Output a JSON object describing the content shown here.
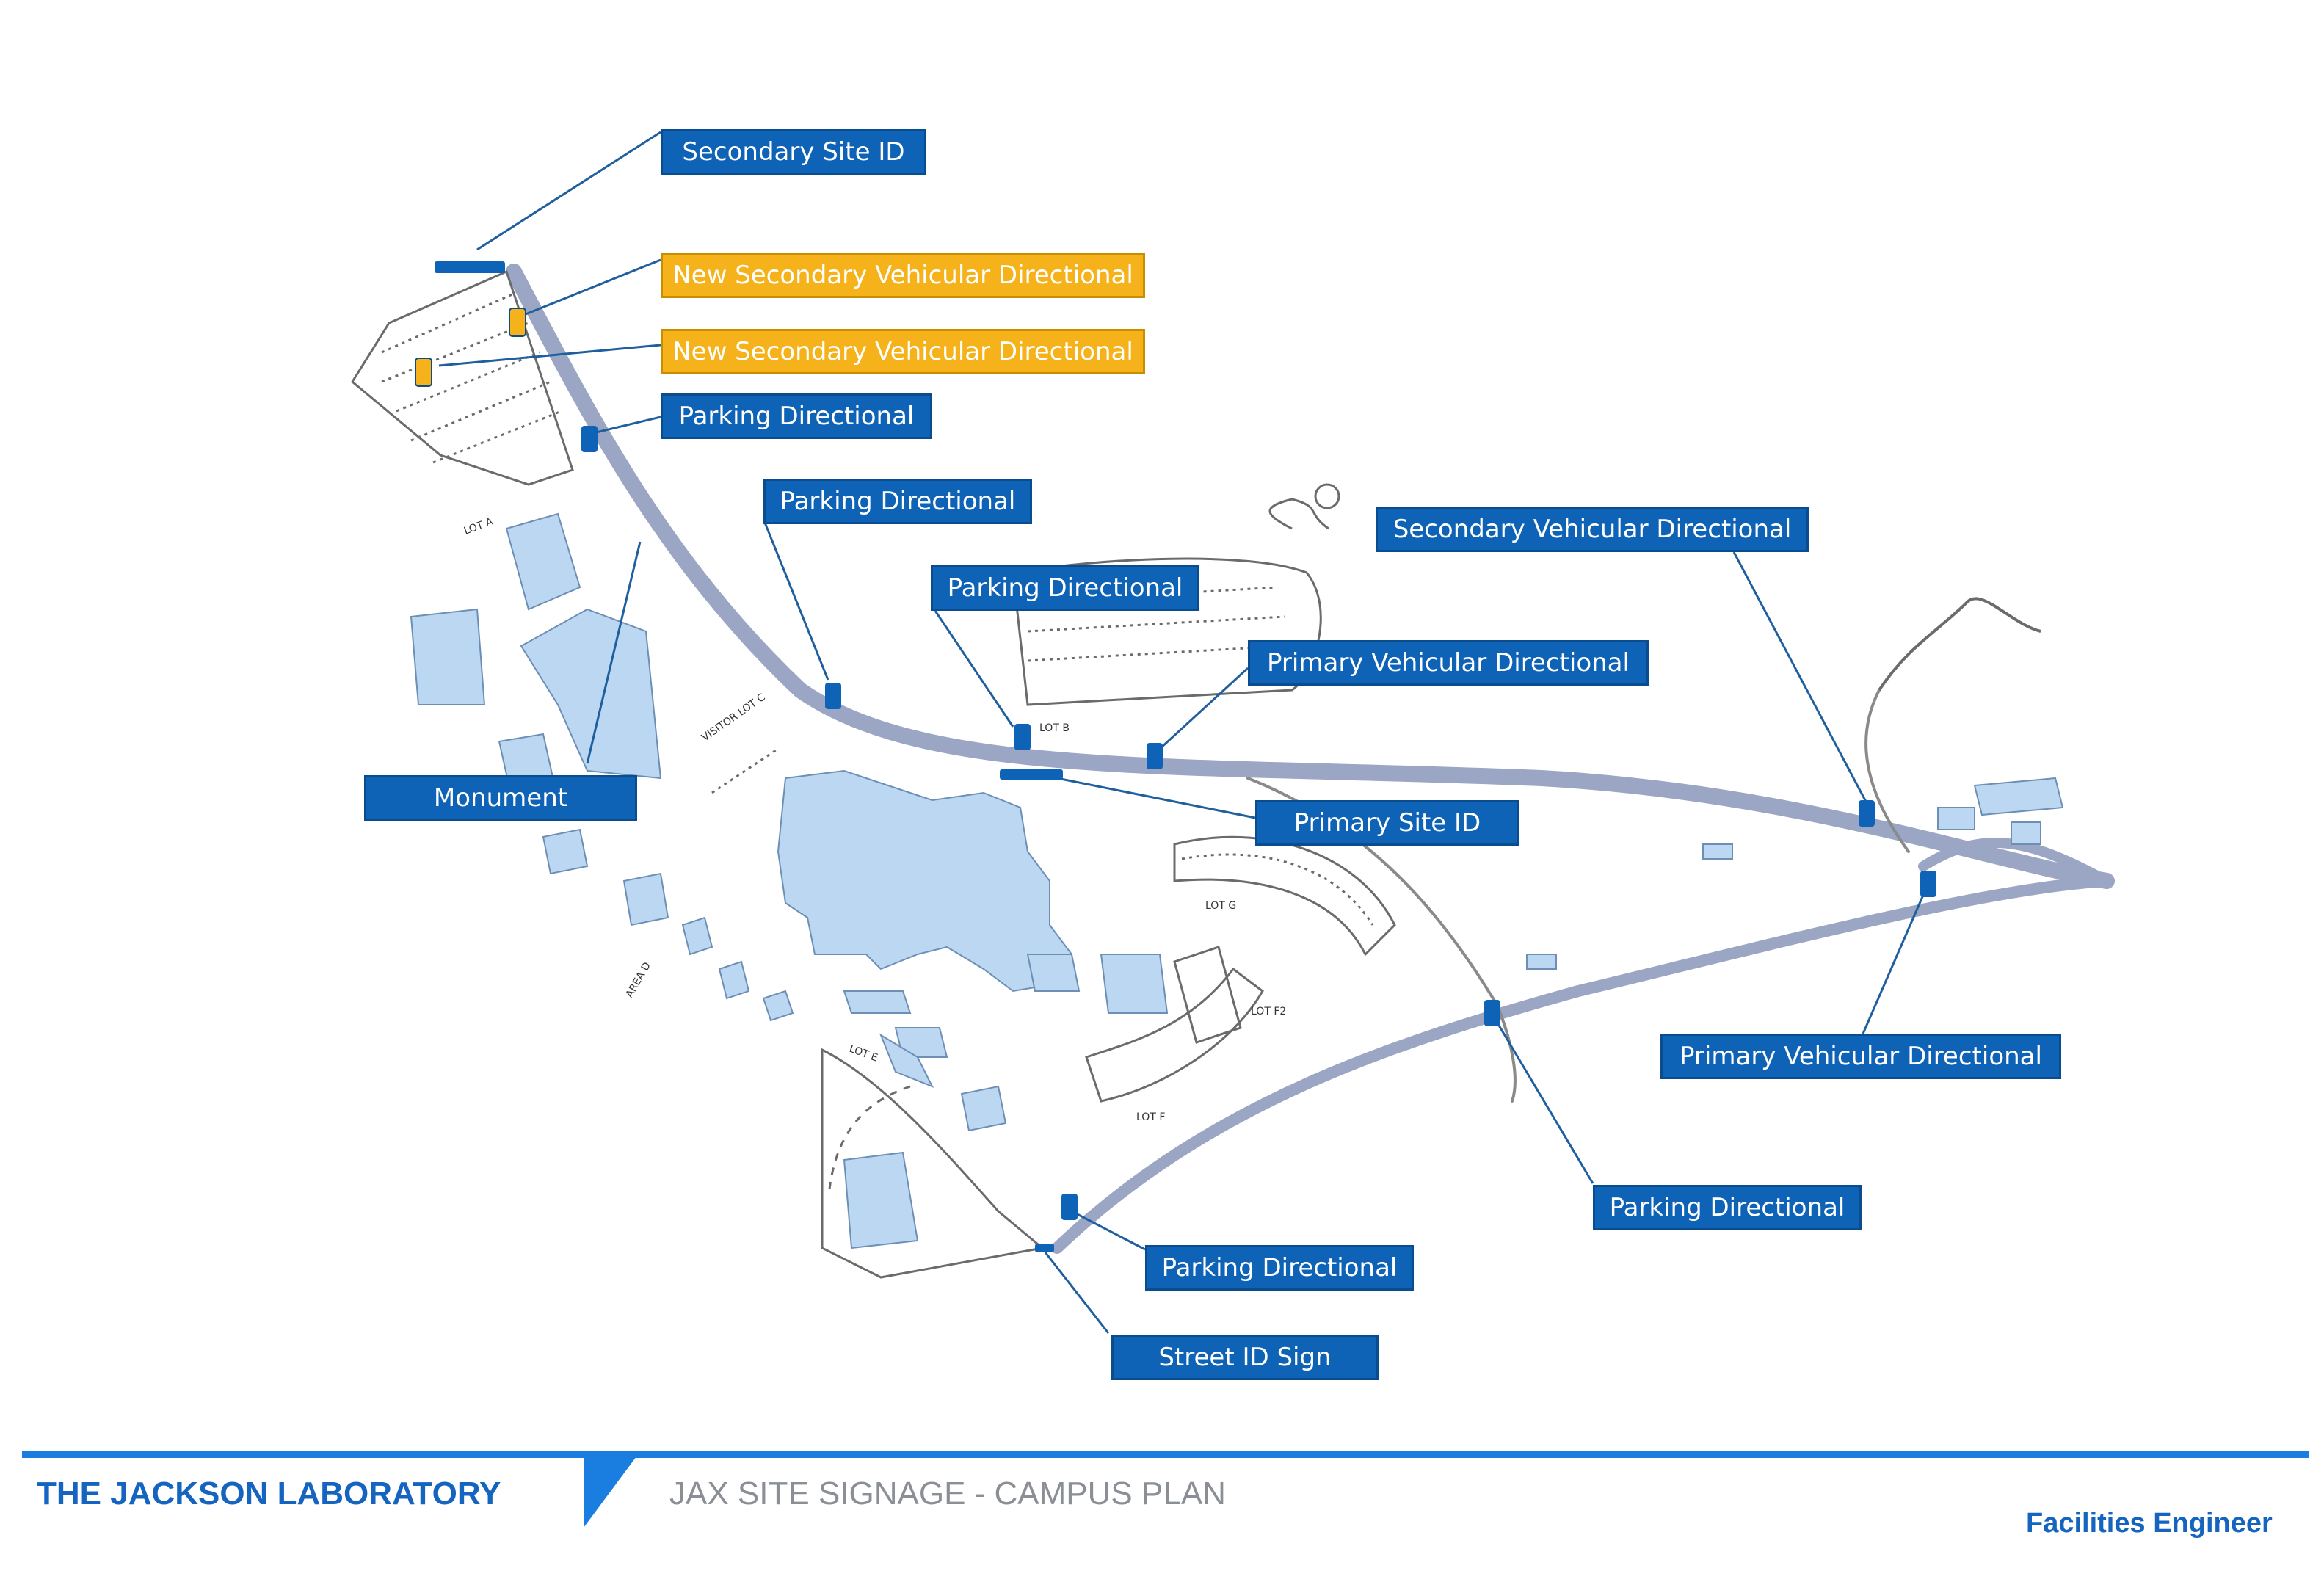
{
  "footer": {
    "organization": "THE JACKSON LABORATORY",
    "document_title": "JAX SITE SIGNAGE - CAMPUS PLAN",
    "department": "Facilities Engineer"
  },
  "map_labels": {
    "lot_a": "LOT A",
    "lot_b": "LOT B",
    "lot_c": "VISITOR LOT C",
    "lot_d": "AREA D",
    "lot_e": "LOT E",
    "lot_f": "LOT F",
    "lot_f2": "LOT F2",
    "lot_g": "LOT G"
  },
  "callouts": {
    "secondary_site_id": "Secondary Site ID",
    "new_secondary_vehicular_directional_1": "New Secondary Vehicular Directional",
    "new_secondary_vehicular_directional_2": "New Secondary Vehicular Directional",
    "parking_directional_nw": "Parking Directional",
    "parking_directional_center": "Parking Directional",
    "parking_directional_lot_b": "Parking Directional",
    "secondary_vehicular_directional": "Secondary Vehicular Directional",
    "primary_vehicular_directional_1": "Primary Vehicular Directional",
    "monument": "Monument",
    "primary_site_id": "Primary Site ID",
    "primary_vehicular_directional_2": "Primary Vehicular Directional",
    "parking_directional_se": "Parking Directional",
    "parking_directional_south": "Parking Directional",
    "street_id_sign": "Street ID Sign"
  },
  "colors": {
    "callout_blue": "#0e63b6",
    "callout_new_yellow": "#f5b21a",
    "road": "#9aa6c4",
    "building": "#bcd7f2",
    "sign_marker": "#0e63b6",
    "footer_blue": "#1a7de0"
  },
  "icons": [
    "sign-marker-icon"
  ]
}
